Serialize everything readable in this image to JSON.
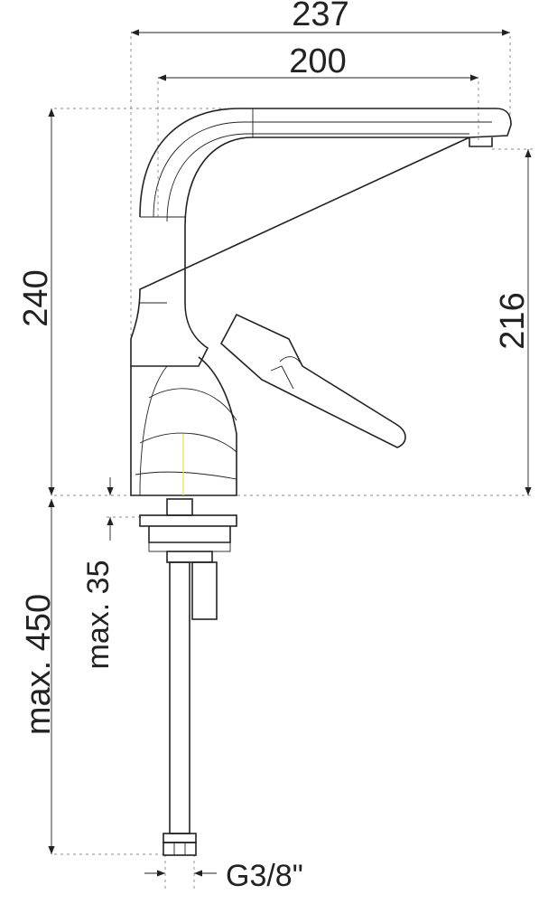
{
  "dimensions": {
    "overall_width": "237",
    "spout_reach": "200",
    "overall_height": "240",
    "spout_height": "216",
    "max_hose_length": "max. 450",
    "max_deck_thickness": "max. 35",
    "connection_thread": "G3/8\""
  },
  "colors": {
    "line": "#222222",
    "accent_line": "#e6e04a"
  }
}
